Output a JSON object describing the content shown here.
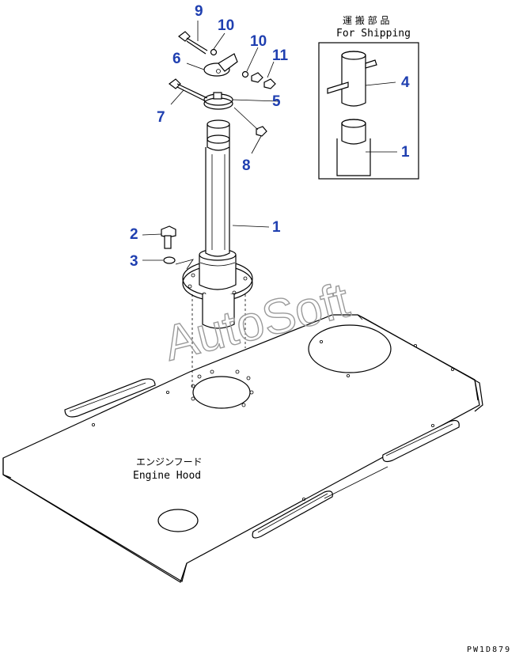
{
  "callouts": {
    "c9": "9",
    "c10a": "10",
    "c10b": "10",
    "c11": "11",
    "c6": "6",
    "c5": "5",
    "c7": "7",
    "c8": "8",
    "c1": "1",
    "c2": "2",
    "c3": "3",
    "c4": "4",
    "c1_inset": "1"
  },
  "inset": {
    "title_jp": "運 搬 部 品",
    "title_en": "For Shipping"
  },
  "hood": {
    "label_jp": "エンジンフード",
    "label_en": "Engine Hood"
  },
  "watermark": "AutoSoft",
  "drawing_code": "PW1D879",
  "colors": {
    "callout": "#1f3fb0",
    "line": "#000000",
    "watermark": "#9a9a9a"
  }
}
